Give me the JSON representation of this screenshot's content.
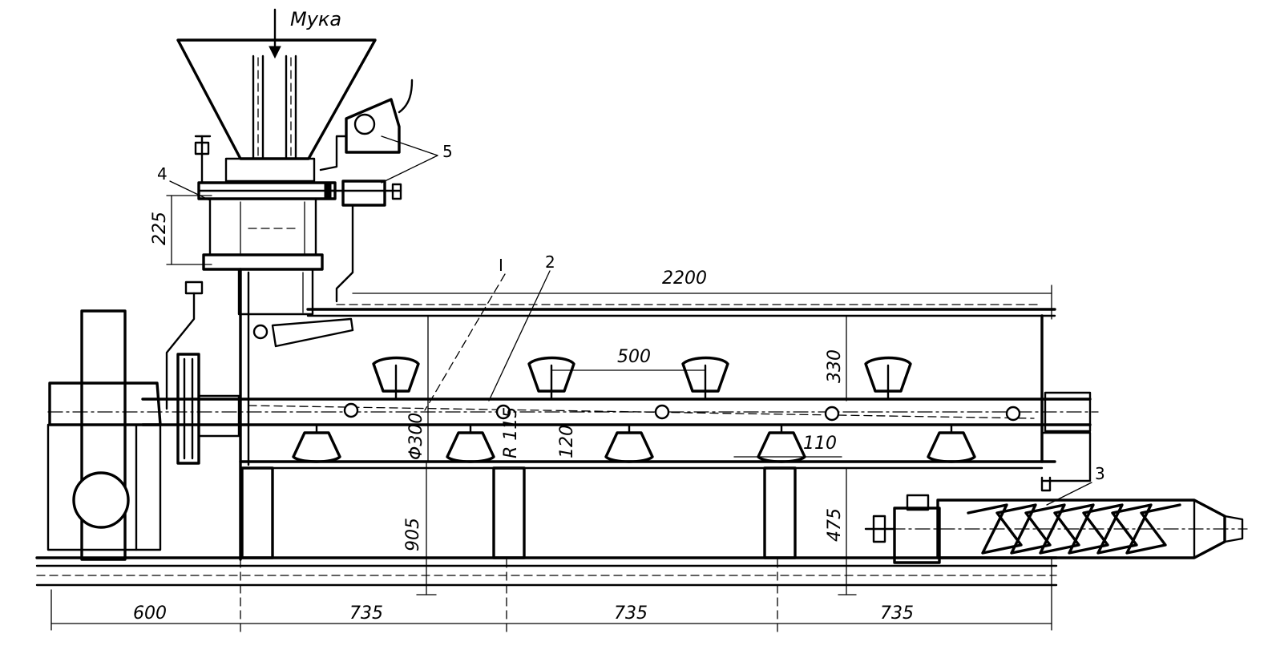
{
  "labels": {
    "material": "Мука",
    "dim_overall_length": "2200",
    "dim_base_600": "600",
    "dim_span_1": "735",
    "dim_span_2": "735",
    "dim_span_3": "735",
    "dim_height_905": "905",
    "dim_height_475": "475",
    "dim_feeder_225": "225",
    "dim_trough_330": "330",
    "dim_paddle_pitch": "500",
    "dim_diameter": "Φ300",
    "dim_radius": "R 115",
    "dim_paddle_120": "120",
    "dim_paddle_110": "110"
  },
  "callouts": {
    "c1": "I",
    "c2": "2",
    "c3": "3",
    "c4": "4",
    "c5": "5"
  },
  "colors": {
    "ink": "#000000",
    "paper": "#ffffff"
  }
}
